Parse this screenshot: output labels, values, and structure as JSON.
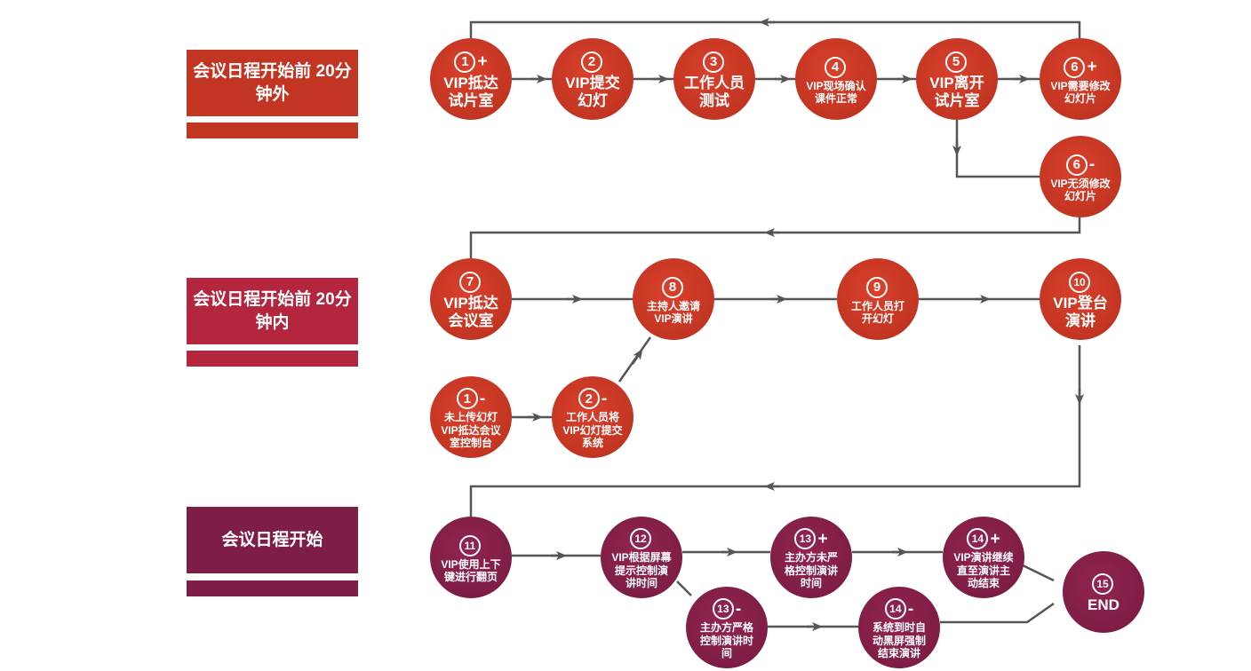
{
  "phases": [
    {
      "label": "会议日程开始前\n20分钟外",
      "color": "#c23522"
    },
    {
      "label": "会议日程开始前\n20分钟内",
      "color": "#b3263e"
    },
    {
      "label": "会议日程开始",
      "color": "#7e1d45"
    }
  ],
  "colors": {
    "red": "#c23522",
    "bordeaux": "#7e1d45",
    "line": "#555555"
  },
  "nodes": {
    "n1p": {
      "num": "1",
      "sign": "+",
      "label": "VIP抵达\n试片室"
    },
    "n2": {
      "num": "2",
      "sign": "",
      "label": "VIP提交\n幻灯"
    },
    "n3": {
      "num": "3",
      "sign": "",
      "label": "工作人员\n测试"
    },
    "n4": {
      "num": "4",
      "sign": "",
      "label": "VIP现场确认\n课件正常"
    },
    "n5": {
      "num": "5",
      "sign": "",
      "label": "VIP离开\n试片室"
    },
    "n6p": {
      "num": "6",
      "sign": "+",
      "label": "VIP需要修改\n幻灯片"
    },
    "n6m": {
      "num": "6",
      "sign": "-",
      "label": "VIP无须修改\n幻灯片"
    },
    "n7": {
      "num": "7",
      "sign": "",
      "label": "VIP抵达\n会议室"
    },
    "n8": {
      "num": "8",
      "sign": "",
      "label": "主持人邀请\nVIP演讲"
    },
    "n9": {
      "num": "9",
      "sign": "",
      "label": "工作人员打\n开幻灯"
    },
    "n10": {
      "num": "10",
      "sign": "",
      "label": "VIP登台\n演讲"
    },
    "n1m": {
      "num": "1",
      "sign": "-",
      "label": "未上传幻灯\nVIP抵达会议\n室控制台"
    },
    "n2m": {
      "num": "2",
      "sign": "-",
      "label": "工作人员将\nVIP幻灯提交\n系统"
    },
    "n11": {
      "num": "11",
      "sign": "",
      "label": "VIP使用上下\n键进行翻页"
    },
    "n12": {
      "num": "12",
      "sign": "",
      "label": "VIP根据屏幕\n提示控制演\n讲时间"
    },
    "n13p": {
      "num": "13",
      "sign": "+",
      "label": "主办方未严\n格控制演讲\n时间"
    },
    "n14p": {
      "num": "14",
      "sign": "+",
      "label": "VIP演讲继续\n直至演讲主\n动结束"
    },
    "n13m": {
      "num": "13",
      "sign": "-",
      "label": "主办方严格\n控制演讲时\n间"
    },
    "n14m": {
      "num": "14",
      "sign": "-",
      "label": "系统到时自\n动黑屏强制\n结束演讲"
    },
    "n15": {
      "num": "15",
      "sign": "",
      "label": "END"
    }
  }
}
